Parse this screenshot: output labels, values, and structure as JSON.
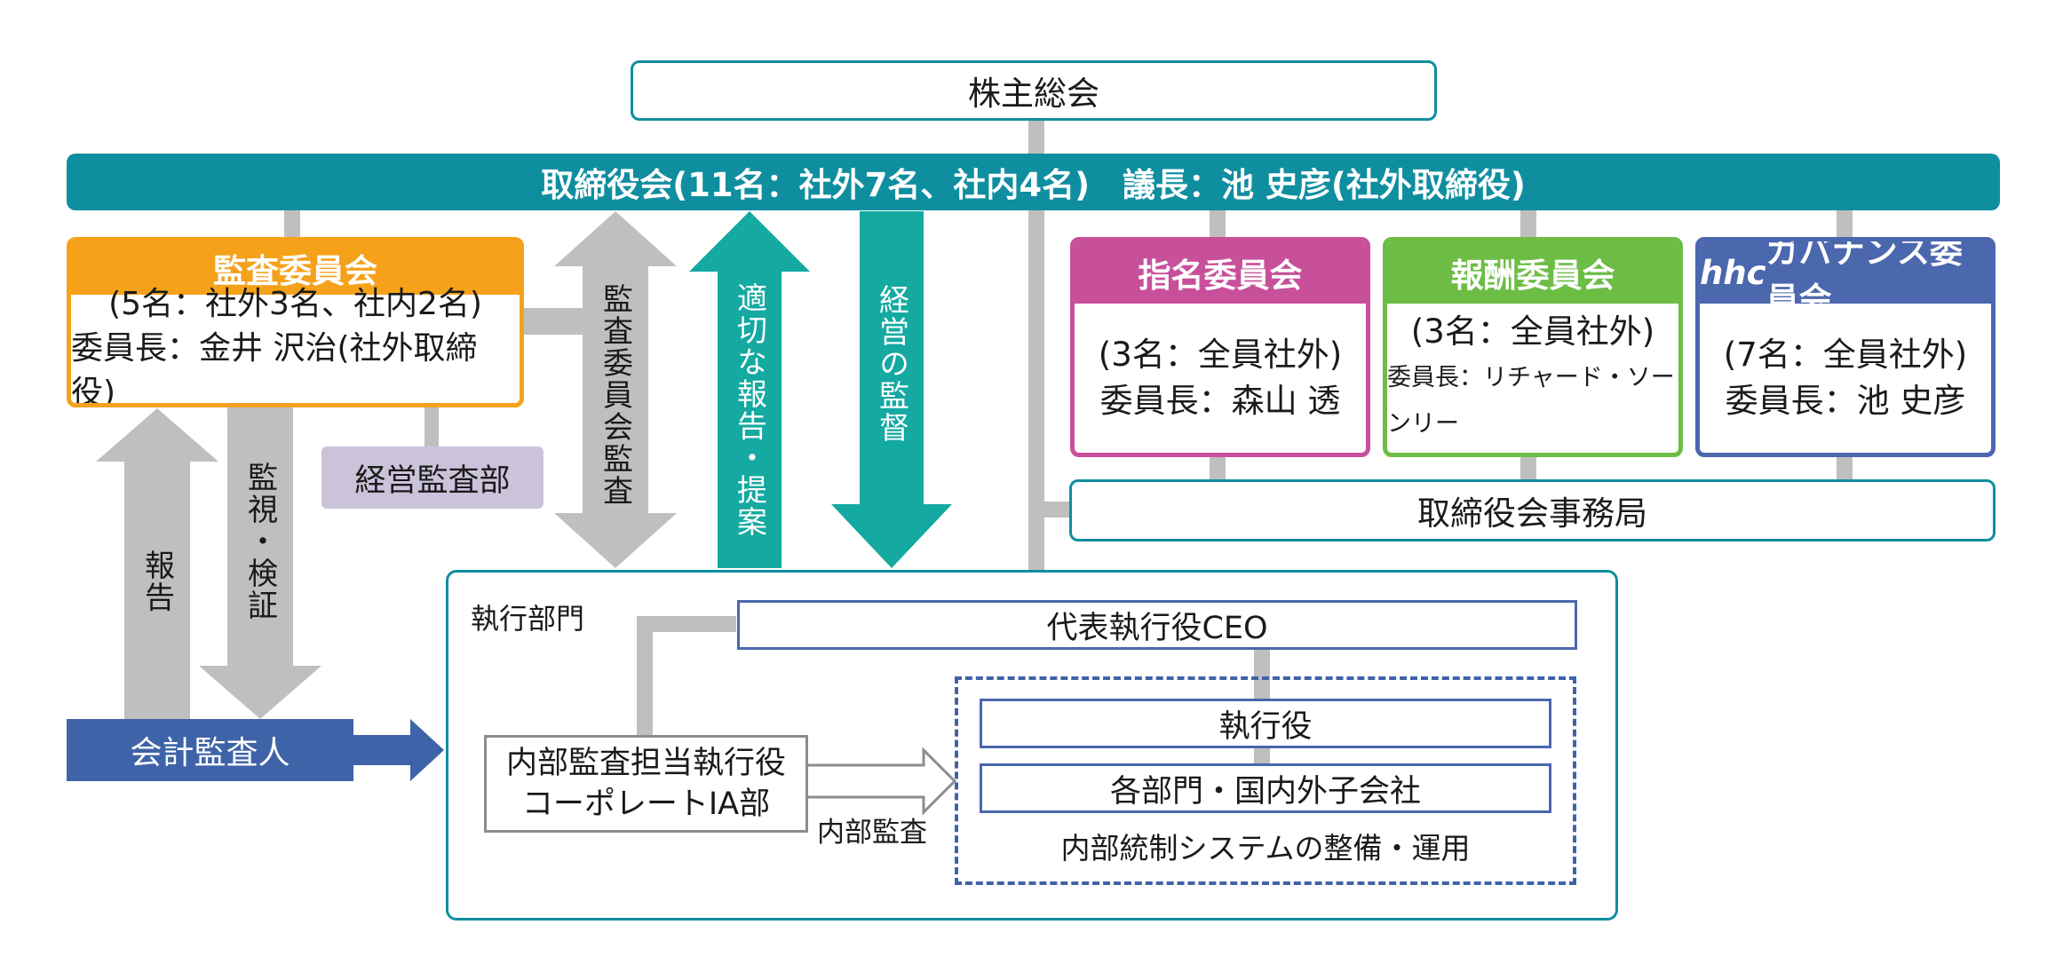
{
  "shareholders": "株主総会",
  "board": "取締役会(11名：社外7名、社内4名)　議長：池 史彦(社外取締役)",
  "audit_committee": {
    "title": "監査委員会",
    "line1": "(5名：社外3名、社内2名)",
    "line2": "委員長：金井 沢治(社外取締役)"
  },
  "management_audit_dept": "経営監査部",
  "arrows": {
    "audit_committee_audit": "監査委員会監査",
    "proper_reporting": "適切な報告・提案",
    "management_supervision": "経営の監督",
    "report": "報告",
    "monitoring_verification": "監視・検証",
    "internal_audit": "内部監査"
  },
  "nomination_committee": {
    "title": "指名委員会",
    "line1": "(3名：全員社外)",
    "line2": "委員長：森山 透"
  },
  "compensation_committee": {
    "title": "報酬委員会",
    "line1": "(3名：全員社外)",
    "line2": "委員長：リチャード・ソーンリー"
  },
  "hhc_committee": {
    "title_italic": "hhc",
    "title_rest": "ガバナンス委員会",
    "line1": "(7名：全員社外)",
    "line2": "委員長：池 史彦"
  },
  "board_secretariat": "取締役会事務局",
  "execution": {
    "label": "執行部門",
    "ceo": "代表執行役CEO",
    "officers": "執行役",
    "departments": "各部門・国内外子会社",
    "internal_control": "内部統制システムの整備・運用",
    "internal_audit_officer_line1": "内部監査担当執行役",
    "internal_audit_officer_line2": "コーポレートIA部"
  },
  "accounting_auditor": "会計監査人",
  "colors": {
    "teal": "#0f8ea0",
    "aqua": "#14a9a1",
    "orange": "#f5a11a",
    "magenta": "#c8509b",
    "green": "#6dbd45",
    "blue": "#4b67ad",
    "navy": "#3f63a8",
    "lavender": "#cbc3da",
    "gray": "#bfbfbf"
  }
}
